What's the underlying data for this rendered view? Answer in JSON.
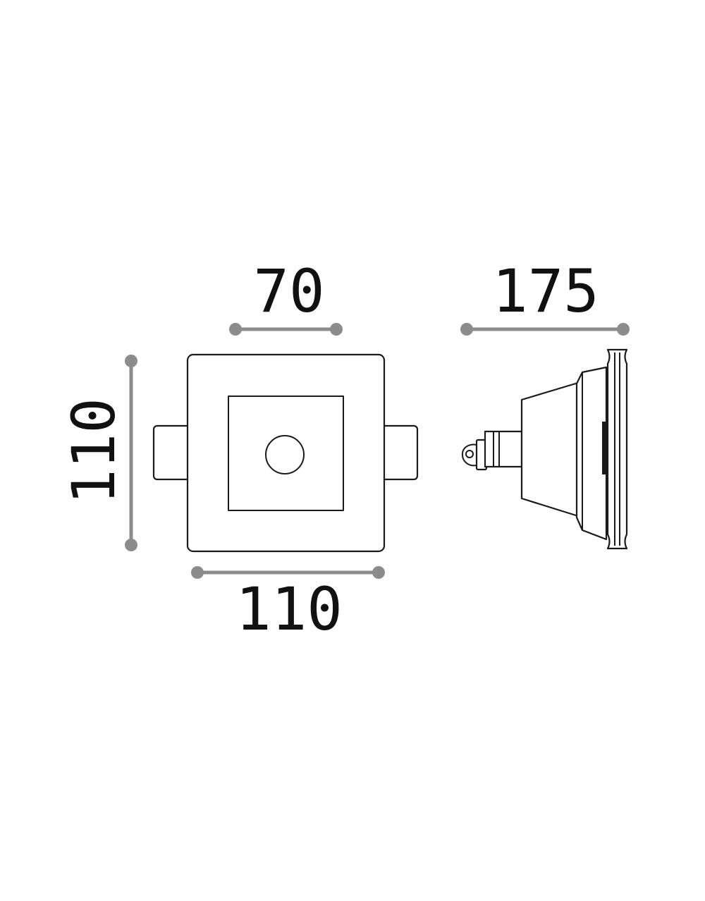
{
  "dimensions": {
    "inner_width": "70",
    "front_height": "110",
    "front_width": "110",
    "depth": "175"
  },
  "colors": {
    "dimension_line": "#8c8c8c",
    "outline": "#1a1a1a",
    "text": "#111111",
    "background": "#ffffff"
  }
}
